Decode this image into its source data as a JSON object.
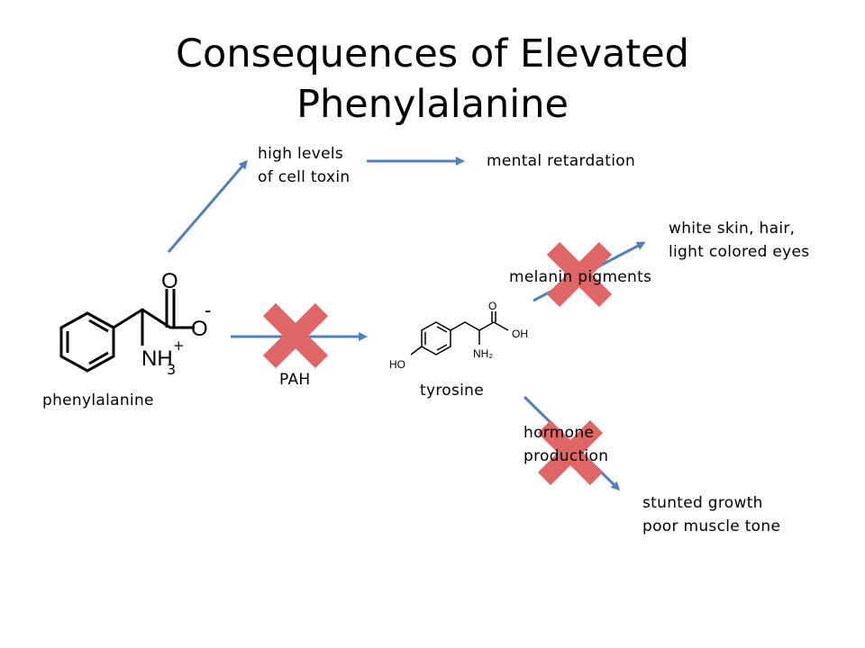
{
  "slide": {
    "title_line1": "Consequences of Elevated",
    "title_line2": "Phenylalanine"
  },
  "labels": {
    "toxin_line1": "high levels",
    "toxin_line2": "of cell toxin",
    "mental": "mental retardation",
    "white_line1": "white skin, hair,",
    "white_line2": "light colored eyes",
    "melanin": "melanin pigments",
    "pah": "PAH",
    "tyrosine": "tyrosine",
    "phenylalanine": "phenylalanine",
    "hormone_line1": "hormone",
    "hormone_line2": "production",
    "stunted_line1": "stunted growth",
    "stunted_line2": "poor muscle tone"
  },
  "phe_structure": {
    "O": "O",
    "NH": "NH",
    "minus": "-",
    "plus": "+",
    "sub3": "3"
  },
  "tyr_structure": {
    "O": "O",
    "OH": "OH",
    "NH2": "NH₂",
    "HO": "HO"
  },
  "colors": {
    "arrow": "#4f81bd",
    "cross": "#e06666"
  }
}
